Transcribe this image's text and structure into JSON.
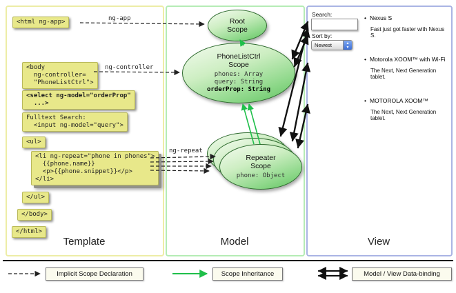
{
  "columns": {
    "template": {
      "label": "Template"
    },
    "model": {
      "label": "Model"
    },
    "view": {
      "label": "View"
    }
  },
  "template": {
    "boxes": {
      "html_open": "<html ng-app>",
      "body_open": "<body\n  ng-controller=\n  \"PhoneListCtrl\">",
      "select": "<select ng-model=\"orderProp\"\n  ...>",
      "fulltext": "Fulltext Search:\n  <input ng-model=\"query\">",
      "ul_open": "<ul>",
      "li_repeat": "<li ng-repeat=\"phone in phones\">\n  {{phone.name}}\n  <p>{{phone.snippet}}</p>\n</li>",
      "ul_close": "</ul>",
      "body_close": "</body>",
      "html_close": "</html>"
    }
  },
  "arrows": {
    "ng_app_label": "ng-app",
    "ng_controller_label": "ng-controller",
    "ng_repeat_label": "ng-repeat"
  },
  "model": {
    "root_scope": {
      "title": "Root\nScope"
    },
    "phonelist_scope": {
      "title": "PhoneListCtrl\nScope",
      "props": "phones: Array\nquery: String",
      "bold_prop": "orderProp: String"
    },
    "repeater_scope": {
      "title": "Repeater\nScope",
      "props": "phone: Object"
    }
  },
  "view": {
    "search_label": "Search:",
    "sort_label": "Sort by:",
    "sort_value": "Newest",
    "items": [
      {
        "name": "Nexus S",
        "snippet": "Fast just got faster with Nexus S."
      },
      {
        "name": "Motorola XOOM™ with Wi-Fi",
        "snippet": "The Next, Next Generation tablet."
      },
      {
        "name": "MOTOROLA XOOM™",
        "snippet": "The Next, Next Generation tablet."
      }
    ]
  },
  "legend": {
    "implicit": "Implicit Scope Declaration",
    "inheritance": "Scope Inheritance",
    "databinding": "Model / View Data-binding"
  },
  "colors": {
    "code_box": "#e8e88a",
    "template_border": "#ededa6",
    "model_border": "#b5ecb5",
    "view_border": "#aab4e4",
    "scope_fill": "#8ed88a",
    "inheritance_arrow": "#1fbf4a",
    "databinding_arrow": "#111111"
  }
}
